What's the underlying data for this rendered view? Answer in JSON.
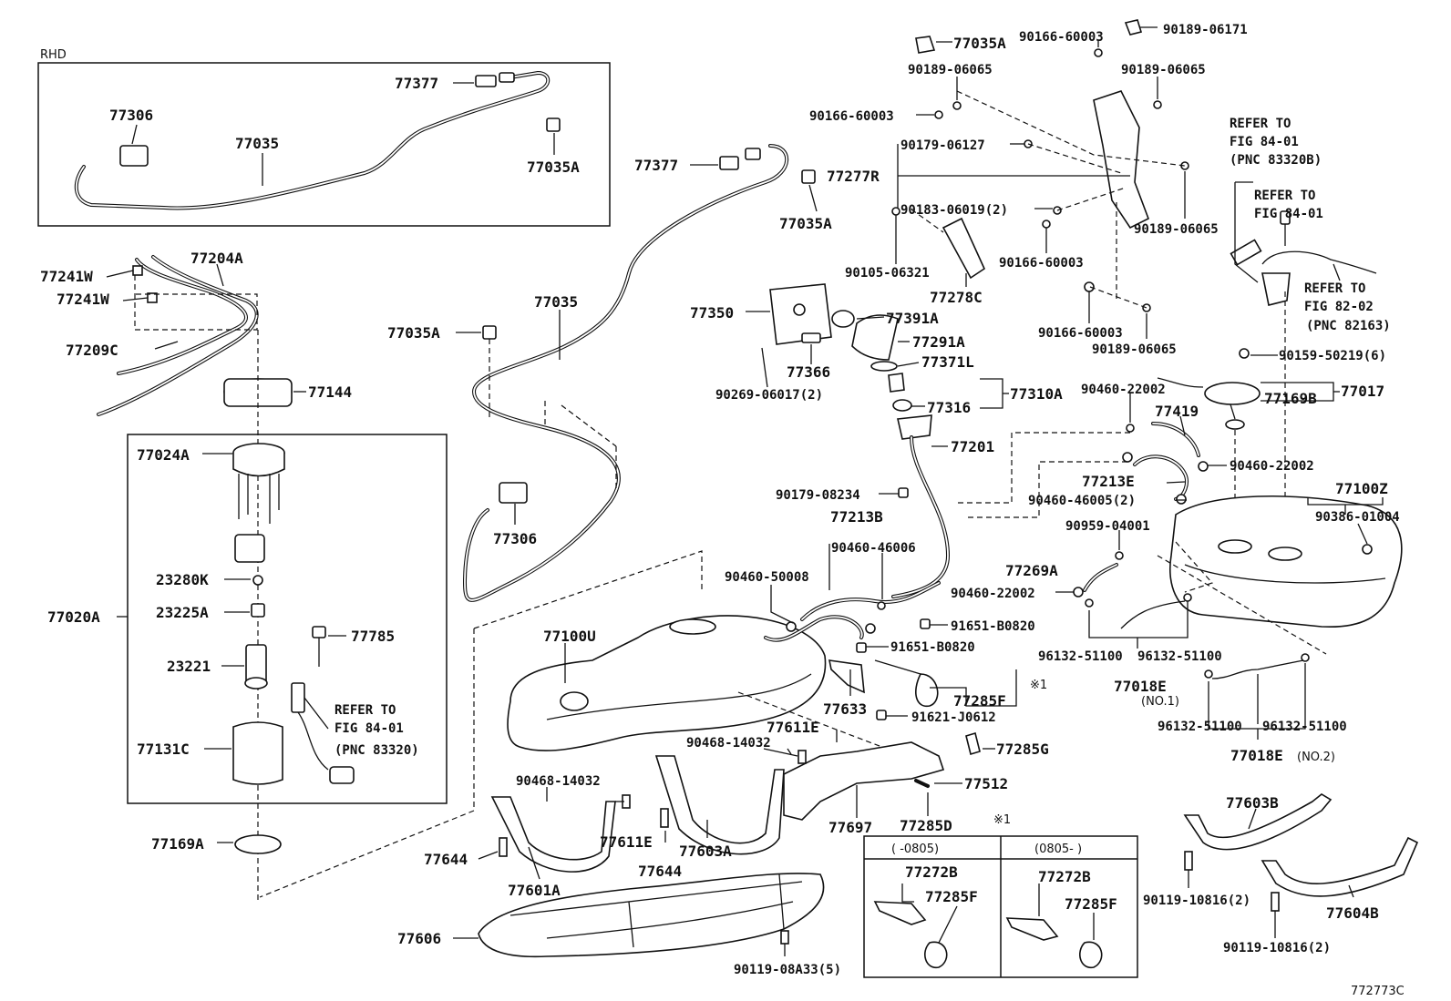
{
  "figure_code": "772773C",
  "rhd_label": "RHD",
  "note_mark": "※1",
  "inset": {
    "col1": "(    -0805)",
    "col2": "(0805-    )"
  },
  "labels": {
    "rhd_77377": "77377",
    "rhd_77306": "77306",
    "rhd_77035": "77035",
    "rhd_77035A": "77035A",
    "p77241W_a": "77241W",
    "p77241W_b": "77241W",
    "p77204A": "77204A",
    "p77209C": "77209C",
    "p77144": "77144",
    "p77024A": "77024A",
    "p23280K": "23280K",
    "p23225A": "23225A",
    "p23221": "23221",
    "p77785": "77785",
    "p77020A": "77020A",
    "p77131C": "77131C",
    "ref1_a": "REFER TO",
    "ref1_b": "FIG 84-01",
    "ref1_c": "(PNC 83320)",
    "p77169A": "77169A",
    "p77377": "77377",
    "p77035A_1": "77035A",
    "p77035": "77035",
    "p77035A_2": "77035A",
    "p77306": "77306",
    "p77350": "77350",
    "p77366": "77366",
    "p90269": "90269-06017(2)",
    "p77391A": "77391A",
    "p77291A": "77291A",
    "p77371L": "77371L",
    "p77316": "77316",
    "p77310A": "77310A",
    "p77201": "77201",
    "p90179_08234": "90179-08234",
    "p77213B": "77213B",
    "p90460_46006": "90460-46006",
    "p90460_50008": "90460-50008",
    "p77100U": "77100U",
    "p91651_a": "91651-B0820",
    "p91651_b": "91651-B0820",
    "p77633": "77633",
    "p77285F": "77285F",
    "p91621": "91621-J0612",
    "p77611E_a": "77611E",
    "p90468_a": "90468-14032",
    "p77285G": "77285G",
    "p77512": "77512",
    "p77697": "77697",
    "p77285D": "77285D",
    "p90468_b": "90468-14032",
    "p77611E_b": "77611E",
    "p77644_a": "77644",
    "p77644_b": "77644",
    "p77603A": "77603A",
    "p77601A": "77601A",
    "p77606": "77606",
    "p90119_08A33": "90119-08A33(5)",
    "p77035A_top": "77035A",
    "p90166_a": "90166-60003",
    "p90189_06171": "90189-06171",
    "p90189_a": "90189-06065",
    "p90189_b": "90189-06065",
    "p90166_b": "90166-60003",
    "p90179_06127": "90179-06127",
    "p77277R": "77277R",
    "p90183": "90183-06019(2)",
    "p90189_c": "90189-06065",
    "p90105": "90105-06321",
    "p90166_c": "90166-60003",
    "p77278C": "77278C",
    "p90166_d": "90166-60003",
    "p90189_d": "90189-06065",
    "ref2_a": "REFER TO",
    "ref2_b": "FIG 84-01",
    "ref2_c": "(PNC 83320B)",
    "ref3_a": "REFER TO",
    "ref3_b": "FIG 84-01",
    "ref4_a": "REFER TO",
    "ref4_b": "FIG 82-02",
    "ref4_c": "(PNC 82163)",
    "p90159": "90159-50219(6)",
    "p90460_22002_a": "90460-22002",
    "p77419": "77419",
    "p77169B": "77169B",
    "p77017": "77017",
    "p90460_22002_b": "90460-22002",
    "p77213E": "77213E",
    "p90460_46005": "90460-46005(2)",
    "p77100Z": "77100Z",
    "p90959": "90959-04001",
    "p90386": "90386-01004",
    "p77269A": "77269A",
    "p90460_22002_c": "90460-22002",
    "p96132_a": "96132-51100",
    "p96132_b": "96132-51100",
    "p77018E_1": "77018E",
    "p77018E_1n": "(NO.1)",
    "p96132_c": "96132-51100",
    "p96132_d": "96132-51100",
    "p77018E_2": "77018E",
    "p77018E_2n": "(NO.2)",
    "p77603B": "77603B",
    "p90119_10816_a": "90119-10816(2)",
    "p77604B": "77604B",
    "p90119_10816_b": "90119-10816(2)",
    "inset_77272B_a": "77272B",
    "inset_77285F_a": "77285F",
    "inset_77272B_b": "77272B",
    "inset_77285F_b": "77285F"
  }
}
